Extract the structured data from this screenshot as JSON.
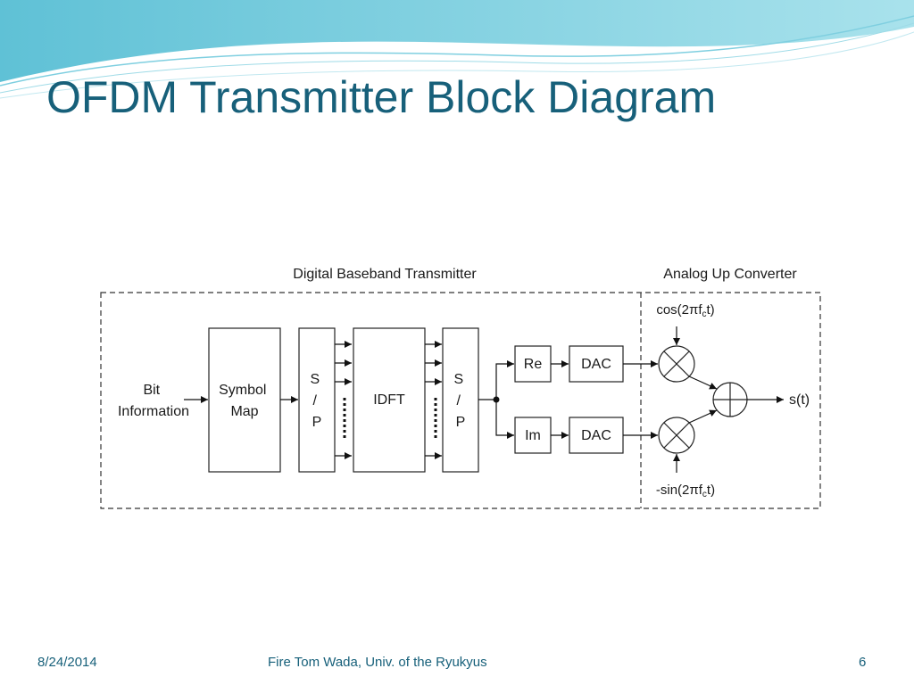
{
  "slide": {
    "title": "OFDM Transmitter Block Diagram",
    "footer": {
      "date": "8/24/2014",
      "credit": "Fire Tom Wada, Univ. of the Ryukyus",
      "page": "6"
    }
  },
  "diagram": {
    "sections": {
      "digital": "Digital Baseband Transmitter",
      "analog": "Analog Up Converter"
    },
    "input": {
      "line1": "Bit",
      "line2": "Information"
    },
    "blocks": {
      "symbol_map": {
        "line1": "Symbol",
        "line2": "Map"
      },
      "sp1": {
        "line1": "S",
        "line2": "/",
        "line3": "P"
      },
      "idft": "IDFT",
      "sp2": {
        "line1": "S",
        "line2": "/",
        "line3": "P"
      },
      "re": "Re",
      "im": "Im",
      "dac_top": "DAC",
      "dac_bottom": "DAC"
    },
    "carriers": {
      "cos": {
        "prefix": "cos(2πf",
        "sub": "c",
        "suffix": "t)"
      },
      "sin": {
        "prefix": "-sin(2πf",
        "sub": "c",
        "suffix": "t)"
      }
    },
    "output": "s(t)"
  },
  "theme": {
    "title_color": "#17607a",
    "banner_color": "#62c4d8"
  }
}
